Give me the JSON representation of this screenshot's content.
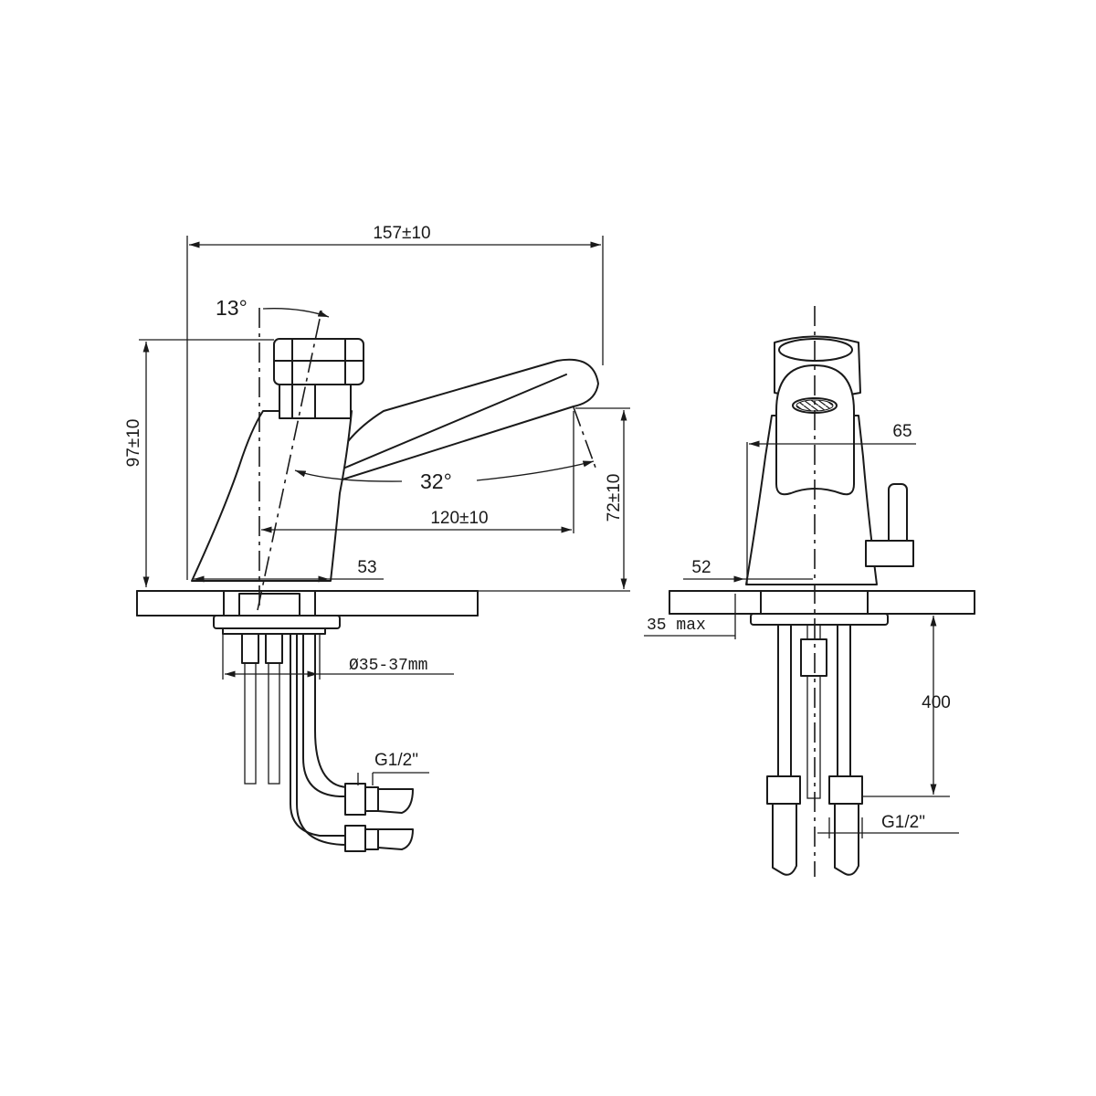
{
  "diagram": {
    "side_view": {
      "overall_length": "157±10",
      "lever_angle": "13°",
      "spout_angle": "32°",
      "height": "97±10",
      "spout_height": "72±10",
      "spout_reach": "120±10",
      "base_offset": "53",
      "hole_diameter": "Ø35-37mm",
      "thread": "G1/2\""
    },
    "front_view": {
      "body_width": "65",
      "base_offset": "52",
      "max_thickness": "35 max",
      "hose_length": "400",
      "thread": "G1/2\""
    }
  }
}
